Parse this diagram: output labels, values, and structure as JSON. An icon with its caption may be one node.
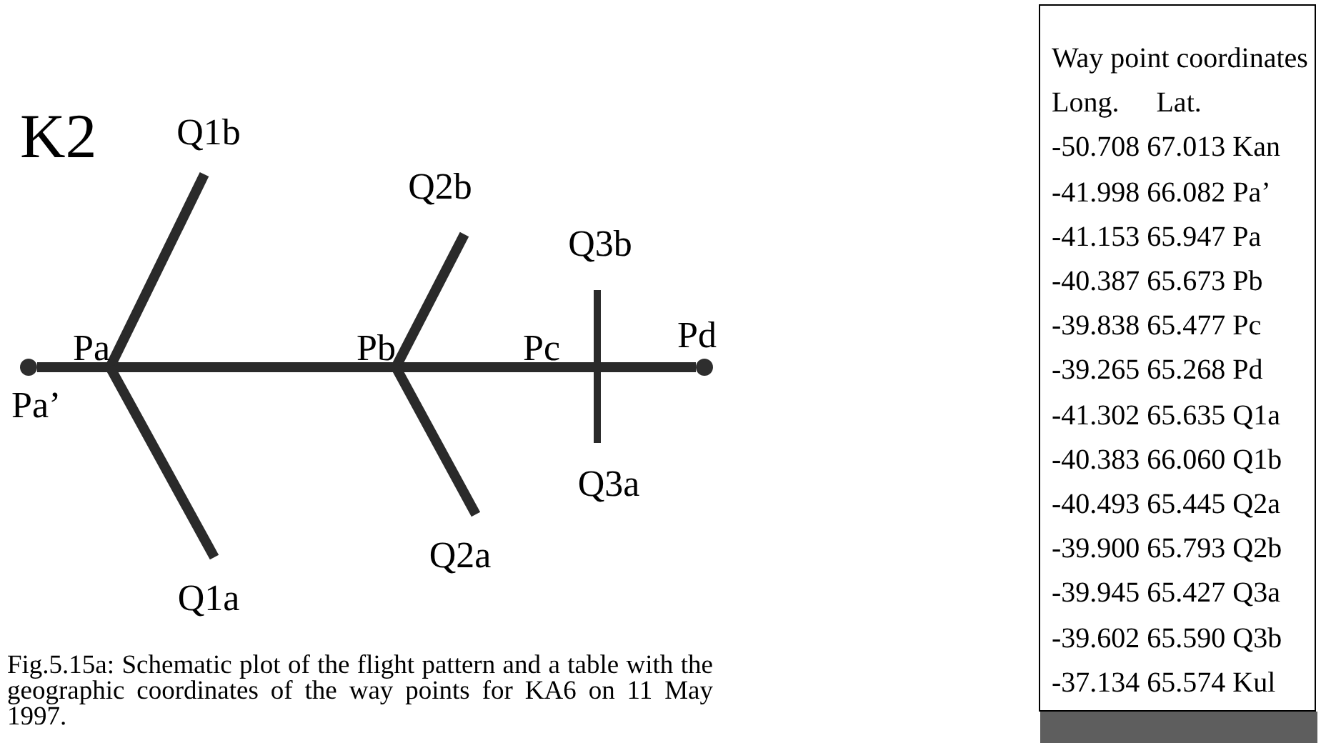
{
  "diagram": {
    "caption": "Fig.5.15a: Schematic plot of the flight pattern and a table with the geographic coordinates of the way points for KA6 on 11 May 1997.",
    "nodes": [
      {
        "text": [
          "Pa’"
        ]
      },
      {
        "text": [
          "Pa"
        ]
      },
      {
        "text": [
          "Pb"
        ]
      },
      {
        "text": [
          "Pc"
        ]
      },
      {
        "text": [
          "Pd"
        ]
      },
      {
        "text": [
          "Q1b"
        ]
      },
      {
        "text": [
          "Q1a"
        ]
      },
      {
        "text": [
          "Q2b"
        ]
      },
      {
        "text": [
          "Q2a"
        ]
      },
      {
        "text": [
          "Q3b"
        ]
      },
      {
        "text": [
          "Q3a"
        ]
      },
      {
        "text": [
          "Way point coordinates",
          "Long.",
          "Lat.",
          "-50.708 67.013 Kan",
          "-41.998 66.082 Pa’",
          "-41.153 65.947 Pa",
          "-40.387 65.673 Pb",
          "-39.838 65.477 Pc",
          "-39.265 65.268 Pd",
          "-41.302 65.635 Q1a",
          "-40.383 66.060 Q1b",
          "-40.493 65.445 Q2a",
          "-39.900 65.793 Q2b",
          "-39.945 65.427 Q3a",
          "-39.602 65.590 Q3b",
          "-37.134 65.574 Kul"
        ]
      }
    ],
    "edges": [
      {
        "from": 0,
        "to": 1,
        "arrow": "none"
      },
      {
        "from": 1,
        "to": 2,
        "arrow": "none"
      },
      {
        "from": 2,
        "to": 3,
        "arrow": "none"
      },
      {
        "from": 3,
        "to": 4,
        "arrow": "none"
      },
      {
        "from": 1,
        "to": 5,
        "arrow": "none"
      },
      {
        "from": 1,
        "to": 6,
        "arrow": "none"
      },
      {
        "from": 2,
        "to": 7,
        "arrow": "none"
      },
      {
        "from": 2,
        "to": 8,
        "arrow": "none"
      },
      {
        "from": 3,
        "to": 9,
        "arrow": "none"
      },
      {
        "from": 3,
        "to": 10,
        "arrow": "none"
      }
    ],
    "labels": [
      "K2"
    ]
  }
}
